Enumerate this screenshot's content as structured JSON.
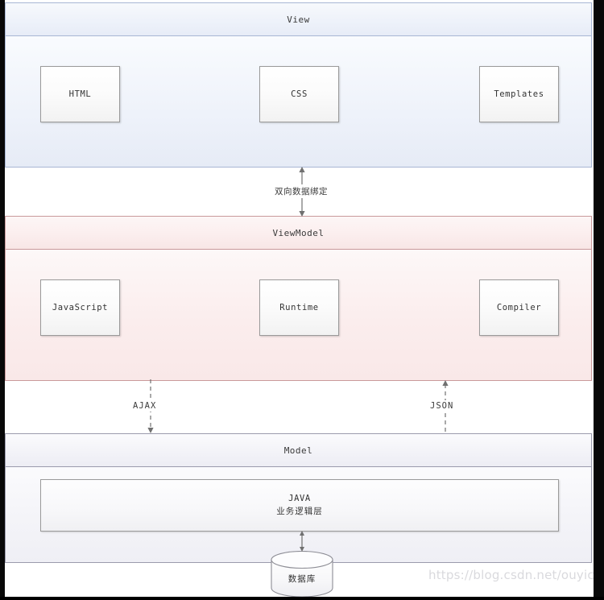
{
  "diagram": {
    "title_watermark": "https://blog.csdn.net/ouyicnm",
    "colors": {
      "view_border": "#a8b6d4",
      "viewmodel_border": "#c9999b",
      "model_border": "#9b9bad",
      "box_border": "#9a9a9a",
      "connector": "#707070"
    }
  },
  "view_layer": {
    "header": "View",
    "boxes": [
      {
        "label": "HTML"
      },
      {
        "label": "CSS"
      },
      {
        "label": "Templates"
      }
    ]
  },
  "viewmodel_layer": {
    "header": "ViewModel",
    "boxes": [
      {
        "label": "JavaScript"
      },
      {
        "label": "Runtime"
      },
      {
        "label": "Compiler"
      }
    ]
  },
  "model_layer": {
    "header": "Model",
    "service_box": {
      "line1": "JAVA",
      "line2": "业务逻辑层"
    },
    "database": {
      "label": "数据库"
    }
  },
  "connectors": {
    "view_to_viewmodel": {
      "label": "双向数据绑定",
      "style": "solid",
      "arrows": "both"
    },
    "ajax": {
      "label": "AJAX",
      "style": "dashed",
      "arrows": "down"
    },
    "json": {
      "label": "JSON",
      "style": "dashed",
      "arrows": "up"
    },
    "java_to_db": {
      "label": "",
      "style": "solid",
      "arrows": "both"
    }
  }
}
